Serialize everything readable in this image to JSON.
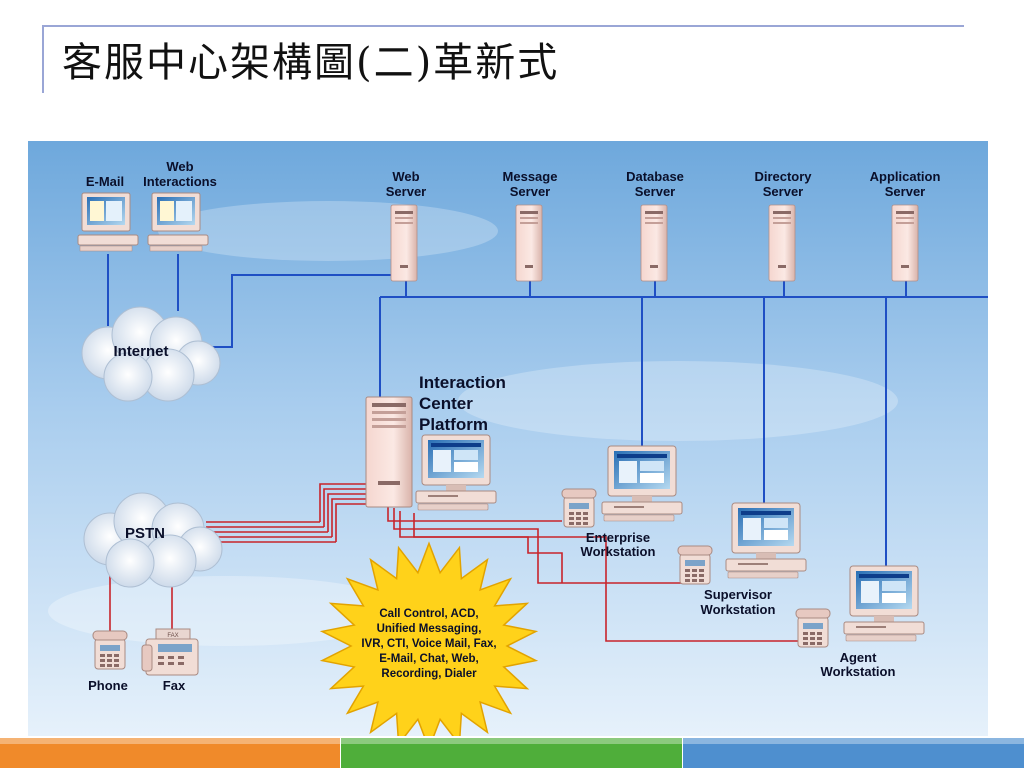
{
  "title": "客服中心架構圖(二)革新式",
  "clients": {
    "email": "E-Mail",
    "web_line1": "Web",
    "web_line2": "Interactions"
  },
  "servers": [
    {
      "line1": "Web",
      "line2": "Server"
    },
    {
      "line1": "Message",
      "line2": "Server"
    },
    {
      "line1": "Database",
      "line2": "Server"
    },
    {
      "line1": "Directory",
      "line2": "Server"
    },
    {
      "line1": "Application",
      "line2": "Server"
    }
  ],
  "clouds": {
    "internet": "Internet",
    "pstn": "PSTN"
  },
  "platform": {
    "line1": "Interaction",
    "line2": "Center",
    "line3": "Platform"
  },
  "workstations": {
    "enterprise": {
      "line1": "Enterprise",
      "line2": "Workstation"
    },
    "supervisor": {
      "line1": "Supervisor",
      "line2": "Workstation"
    },
    "agent": {
      "line1": "Agent",
      "line2": "Workstation"
    }
  },
  "devices": {
    "phone": "Phone",
    "fax": "Fax",
    "fax_screen": "FAX"
  },
  "burst": {
    "lines": [
      "Call Control, ACD,",
      "Unified Messaging,",
      "IVR, CTI, Voice Mail, Fax,",
      "E-Mail, Chat, Web,",
      "Recording, Dialer"
    ]
  },
  "colors": {
    "network_line": "#1f4fc4",
    "telephony_line": "#c8242b",
    "sky_top": "#6fa9dc",
    "burst_fill": "#ffd21a"
  },
  "footer_colors": [
    "#f08a2a",
    "#4fae3a",
    "#4e8fcf"
  ]
}
